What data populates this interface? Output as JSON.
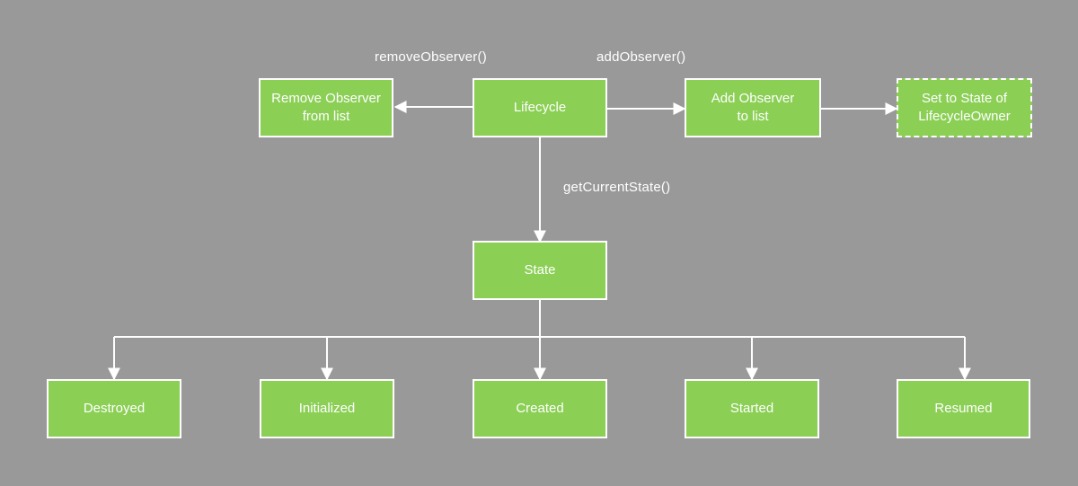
{
  "colors": {
    "background": "#999999",
    "node_fill": "#8bcf55",
    "line": "#ffffff"
  },
  "labels": {
    "remove_observer": "removeObserver()",
    "add_observer": "addObserver()",
    "get_current_state": "getCurrentState()"
  },
  "nodes": {
    "remove_observer": "Remove Observer\nfrom list",
    "lifecycle": "Lifecycle",
    "add_observer": "Add Observer\nto list",
    "set_state": "Set to State of\nLifecycleOwner",
    "state": "State",
    "destroyed": "Destroyed",
    "initialized": "Initialized",
    "created": "Created",
    "started": "Started",
    "resumed": "Resumed"
  }
}
